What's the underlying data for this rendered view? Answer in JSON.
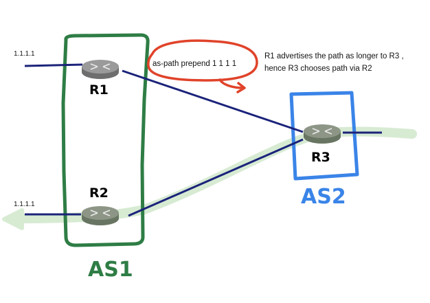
{
  "diagram": {
    "colors": {
      "as1": "#2e7d45",
      "as2": "#3a84e8",
      "link": "#1b237a",
      "preferred_path": "#d7ebd3",
      "annotation": "#e0432a",
      "router_body": "#7f8a78"
    },
    "autonomous_systems": [
      {
        "id": "as1",
        "label": "AS1"
      },
      {
        "id": "as2",
        "label": "AS2"
      }
    ],
    "routers": [
      {
        "id": "r1",
        "label": "R1",
        "as": "AS1"
      },
      {
        "id": "r2",
        "label": "R2",
        "as": "AS1"
      },
      {
        "id": "r3",
        "label": "R3",
        "as": "AS2"
      }
    ],
    "prefixes": [
      {
        "router": "R1",
        "label": "1.1.1.1"
      },
      {
        "router": "R2",
        "label": "1.1.1.1"
      }
    ],
    "links": [
      {
        "from": "R1",
        "to": "R3"
      },
      {
        "from": "R2",
        "to": "R3"
      }
    ],
    "annotation": {
      "callout": "as-path prepend 1 1 1 1",
      "note_line1": "R1 advertises the path as longer to R3 ,",
      "note_line2": "hence R3 chooses path via R2"
    }
  }
}
